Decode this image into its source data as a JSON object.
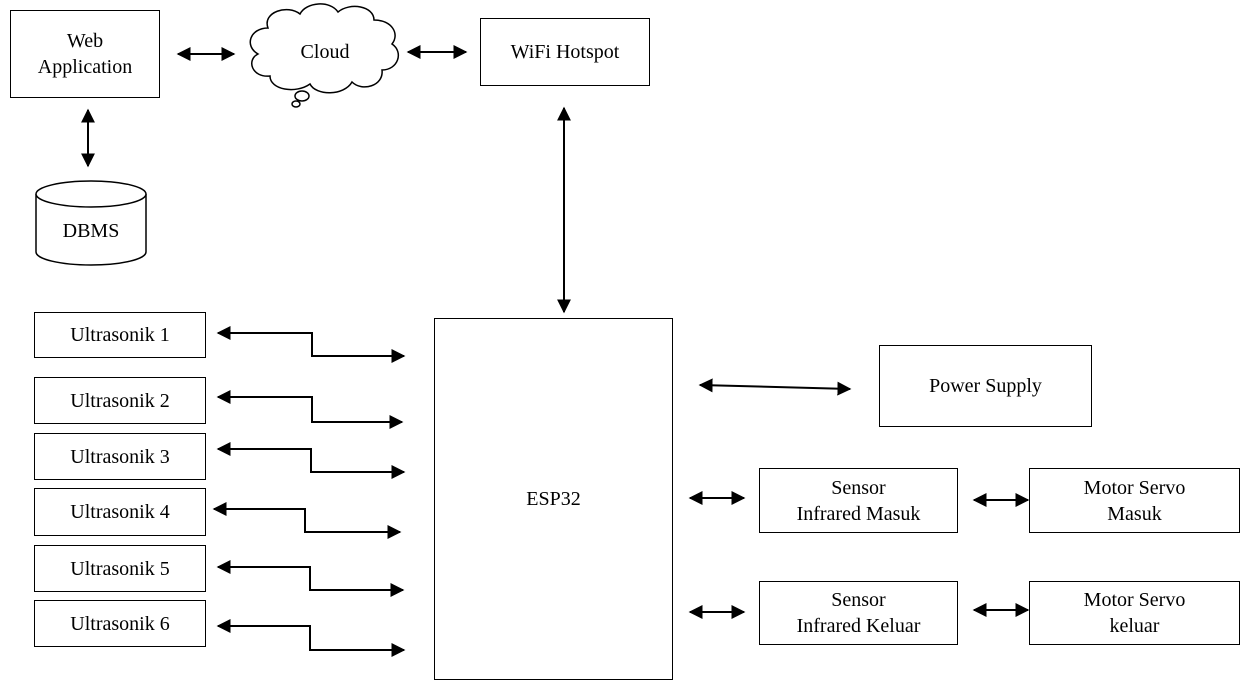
{
  "nodes": {
    "web_app": "Web\nApplication",
    "cloud": "Cloud",
    "wifi": "WiFi Hotspot",
    "dbms": "DBMS",
    "esp32": "ESP32",
    "power": "Power Supply",
    "ir_in": "Sensor\nInfrared Masuk",
    "ir_out": "Sensor\nInfrared Keluar",
    "servo_in": "Motor Servo\nMasuk",
    "servo_out": "Motor Servo\nkeluar",
    "ultrasonic": [
      "Ultrasonik 1",
      "Ultrasonik 2",
      "Ultrasonik 3",
      "Ultrasonik 4",
      "Ultrasonik 5",
      "Ultrasonik 6"
    ]
  }
}
